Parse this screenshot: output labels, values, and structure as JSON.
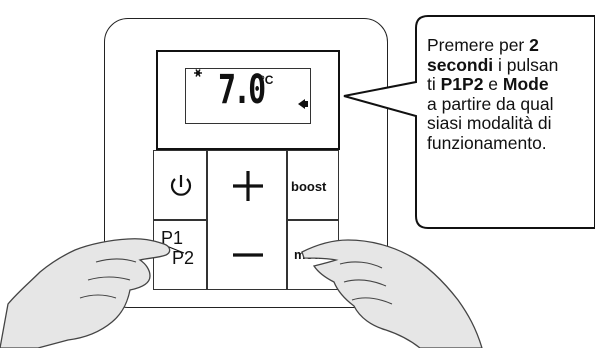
{
  "display": {
    "temperature": "7.0",
    "unit": "°C",
    "icons": [
      "snowflake-icon",
      "speaker-icon"
    ]
  },
  "buttons": {
    "power": "power-icon",
    "plus": "+",
    "minus": "—",
    "boost": "boost",
    "p1": "P1",
    "p2": "P2",
    "mode": "mode"
  },
  "callout": {
    "line1_a": "Premere per ",
    "line1_b": "2",
    "line2_a": "secondi",
    "line2_b": " i pulsan",
    "line3_a": "ti ",
    "line3_b": "P1P2",
    "line3_c": " e ",
    "line3_d": "Mode",
    "line4": "a partire da qual",
    "line5": "siasi modalità di",
    "line6": "funzionamento."
  }
}
